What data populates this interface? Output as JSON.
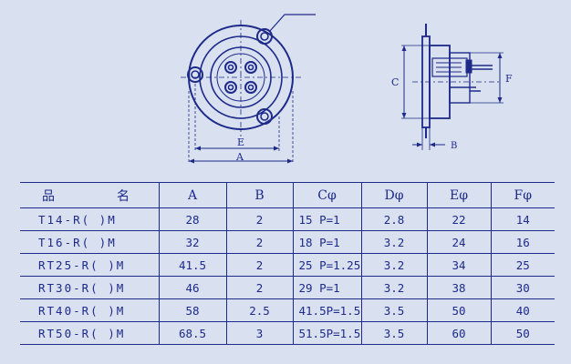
{
  "drawing": {
    "front_labels": {
      "e": "E",
      "a": "A"
    },
    "side_labels": {
      "c": "C",
      "f": "F",
      "b": "B"
    }
  },
  "table": {
    "header": {
      "name_part1": "品",
      "name_part2": "名",
      "a": "A",
      "b": "B",
      "c": "Cφ",
      "d": "Dφ",
      "e": "Eφ",
      "f": "Fφ"
    },
    "rows": [
      {
        "name": "T14-R(  )M",
        "a": "28",
        "b": "2",
        "c": "15  P=1",
        "d": "2.8",
        "e": "22",
        "f": "14"
      },
      {
        "name": "T16-R(  )M",
        "a": "32",
        "b": "2",
        "c": "18  P=1",
        "d": "3.2",
        "e": "24",
        "f": "16"
      },
      {
        "name": "RT25-R(  )M",
        "a": "41.5",
        "b": "2",
        "c": "25  P=1.25",
        "d": "3.2",
        "e": "34",
        "f": "25"
      },
      {
        "name": "RT30-R(  )M",
        "a": "46",
        "b": "2",
        "c": "29  P=1",
        "d": "3.2",
        "e": "38",
        "f": "30"
      },
      {
        "name": "RT40-R(  )M",
        "a": "58",
        "b": "2.5",
        "c": "41.5P=1.5",
        "d": "3.5",
        "e": "50",
        "f": "40"
      },
      {
        "name": "RT50-R(  )M",
        "a": "68.5",
        "b": "3",
        "c": "51.5P=1.5",
        "d": "3.5",
        "e": "60",
        "f": "50"
      }
    ]
  }
}
